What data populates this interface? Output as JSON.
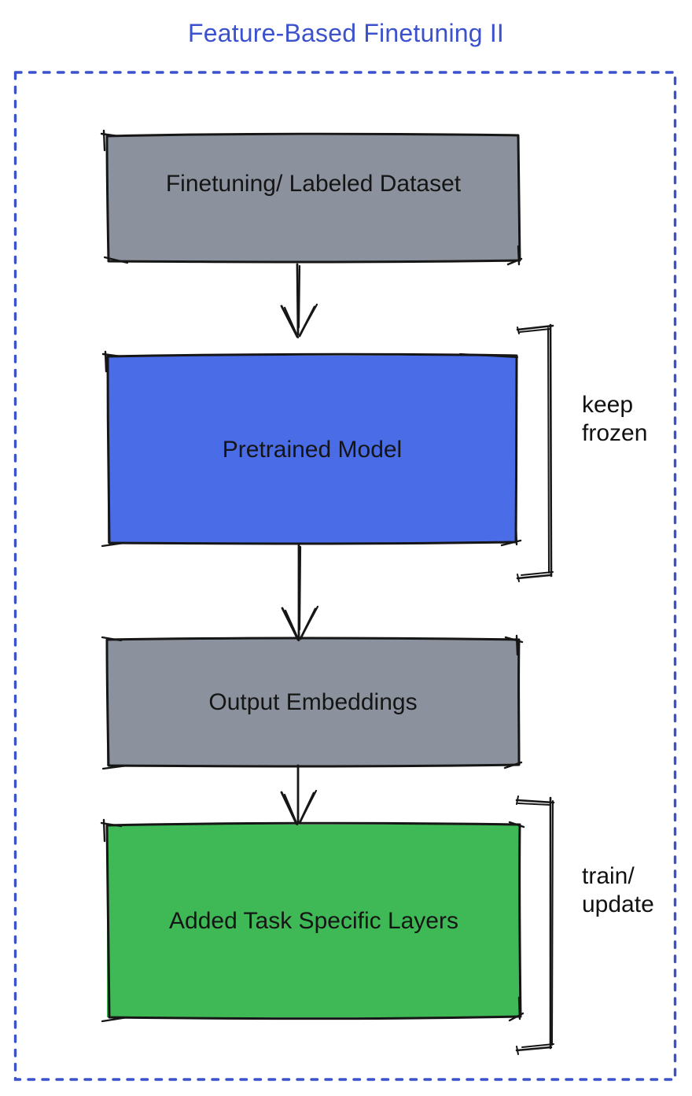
{
  "title": {
    "text": "Feature-Based Finetuning II",
    "color": "#3C52CC"
  },
  "frame": {
    "border_color": "#3C52CC",
    "border_style": "dashed"
  },
  "ink": "#161616",
  "nodes": [
    {
      "id": "finetuning-dataset",
      "label": "Finetuning/ Labeled Dataset",
      "fill": "#8B929D"
    },
    {
      "id": "pretrained-model",
      "label": "Pretrained Model",
      "fill": "#4A6CE7"
    },
    {
      "id": "output-embeddings",
      "label": "Output Embeddings",
      "fill": "#8B929D"
    },
    {
      "id": "added-task-specific-layers",
      "label": "Added Task Specific Layers",
      "fill": "#3FB955"
    }
  ],
  "edges": [
    {
      "from": "finetuning-dataset",
      "to": "pretrained-model"
    },
    {
      "from": "pretrained-model",
      "to": "output-embeddings"
    },
    {
      "from": "output-embeddings",
      "to": "added-task-specific-layers"
    }
  ],
  "annotations": [
    {
      "id": "keep-frozen",
      "target": "pretrained-model",
      "lines": [
        "keep",
        "frozen"
      ]
    },
    {
      "id": "train-update",
      "target": "added-task-specific-layers",
      "lines": [
        "train/",
        "update"
      ]
    }
  ]
}
